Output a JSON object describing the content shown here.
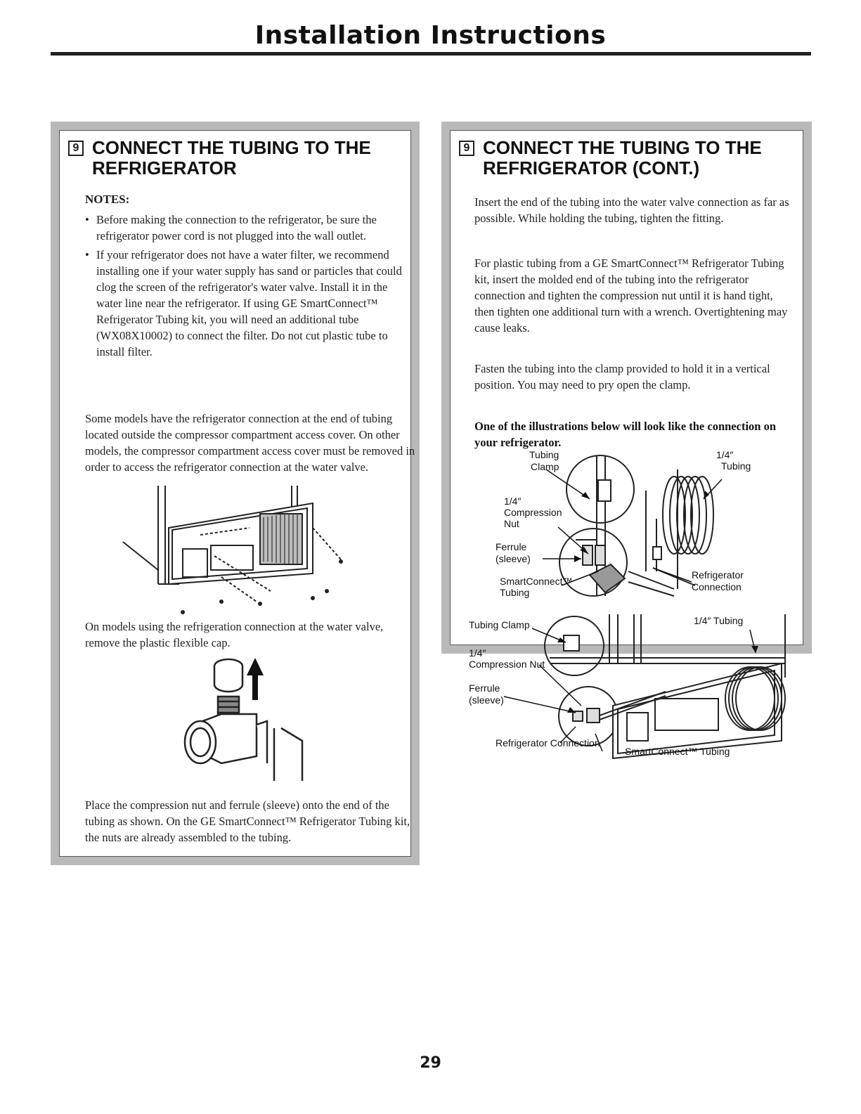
{
  "page": {
    "title": "Installation Instructions",
    "page_number": "29"
  },
  "left_panel": {
    "step_number": "9",
    "heading": "CONNECT THE TUBING TO THE REFRIGERATOR",
    "notes_label": "NOTES:",
    "notes": [
      "Before making the connection to the refrigerator, be sure the refrigerator power cord is not plugged into the wall outlet.",
      "If your refrigerator does not have a water filter, we recommend installing one if your water supply has sand or particles that could clog the screen of the refrigerator's water valve. Install it in the water line near the refrigerator. If using GE SmartConnect™ Refrigerator Tubing kit, you will need an additional tube (WX08X10002) to connect the filter. Do not cut plastic tube to install filter."
    ],
    "para_models": "Some models have the refrigerator connection at the end of tubing located outside the compressor compartment access cover. On other models, the compressor compartment access cover must be removed in order to access the refrigerator connection at the water valve.",
    "para_cap": "On models using the refrigeration connection at the water valve, remove the plastic flexible cap.",
    "para_nut": "Place the compression nut and ferrule (sleeve) onto the end of the tubing as shown. On the GE SmartConnect™ Refrigerator Tubing kit, the nuts are already assembled to the tubing."
  },
  "right_panel": {
    "step_number": "9",
    "heading": "CONNECT THE TUBING TO THE REFRIGERATOR (CONT.)",
    "para_insert": "Insert the end of the tubing into the water valve connection as far as possible. While holding the tubing, tighten the fitting.",
    "para_plastic": "For plastic tubing from a GE SmartConnect™ Refrigerator Tubing kit, insert the molded end of the tubing into the refrigerator connection and tighten the compression nut until it is hand tight, then tighten one additional turn with a wrench. Overtightening may cause leaks.",
    "para_fasten": "Fasten the tubing into the clamp provided to hold it in a vertical position. You may need to pry open the clamp.",
    "para_illustrations": "One of the illustrations below will look like the connection on your refrigerator.",
    "diagram1_labels": {
      "tubing_clamp_1": "Tubing",
      "tubing_clamp_2": "Clamp",
      "quarter_tubing_1": "1/4″",
      "quarter_tubing_2": "Tubing",
      "compression_1": "1/4″",
      "compression_2": "Compression",
      "compression_3": "Nut",
      "ferrule_1": "Ferrule",
      "ferrule_2": "(sleeve)",
      "smart_1": "SmartConnect™",
      "smart_2": "Tubing",
      "fridge_1": "Refrigerator",
      "fridge_2": "Connection"
    },
    "diagram2_labels": {
      "tubing_clamp": "Tubing Clamp",
      "quarter_tubing": "1/4″ Tubing",
      "compression_1": "1/4″",
      "compression_2": "Compression Nut",
      "ferrule_1": "Ferrule",
      "ferrule_2": "(sleeve)",
      "fridge_connection": "Refrigerator Connection",
      "smart_tubing": "SmartConnect™ Tubing"
    }
  }
}
